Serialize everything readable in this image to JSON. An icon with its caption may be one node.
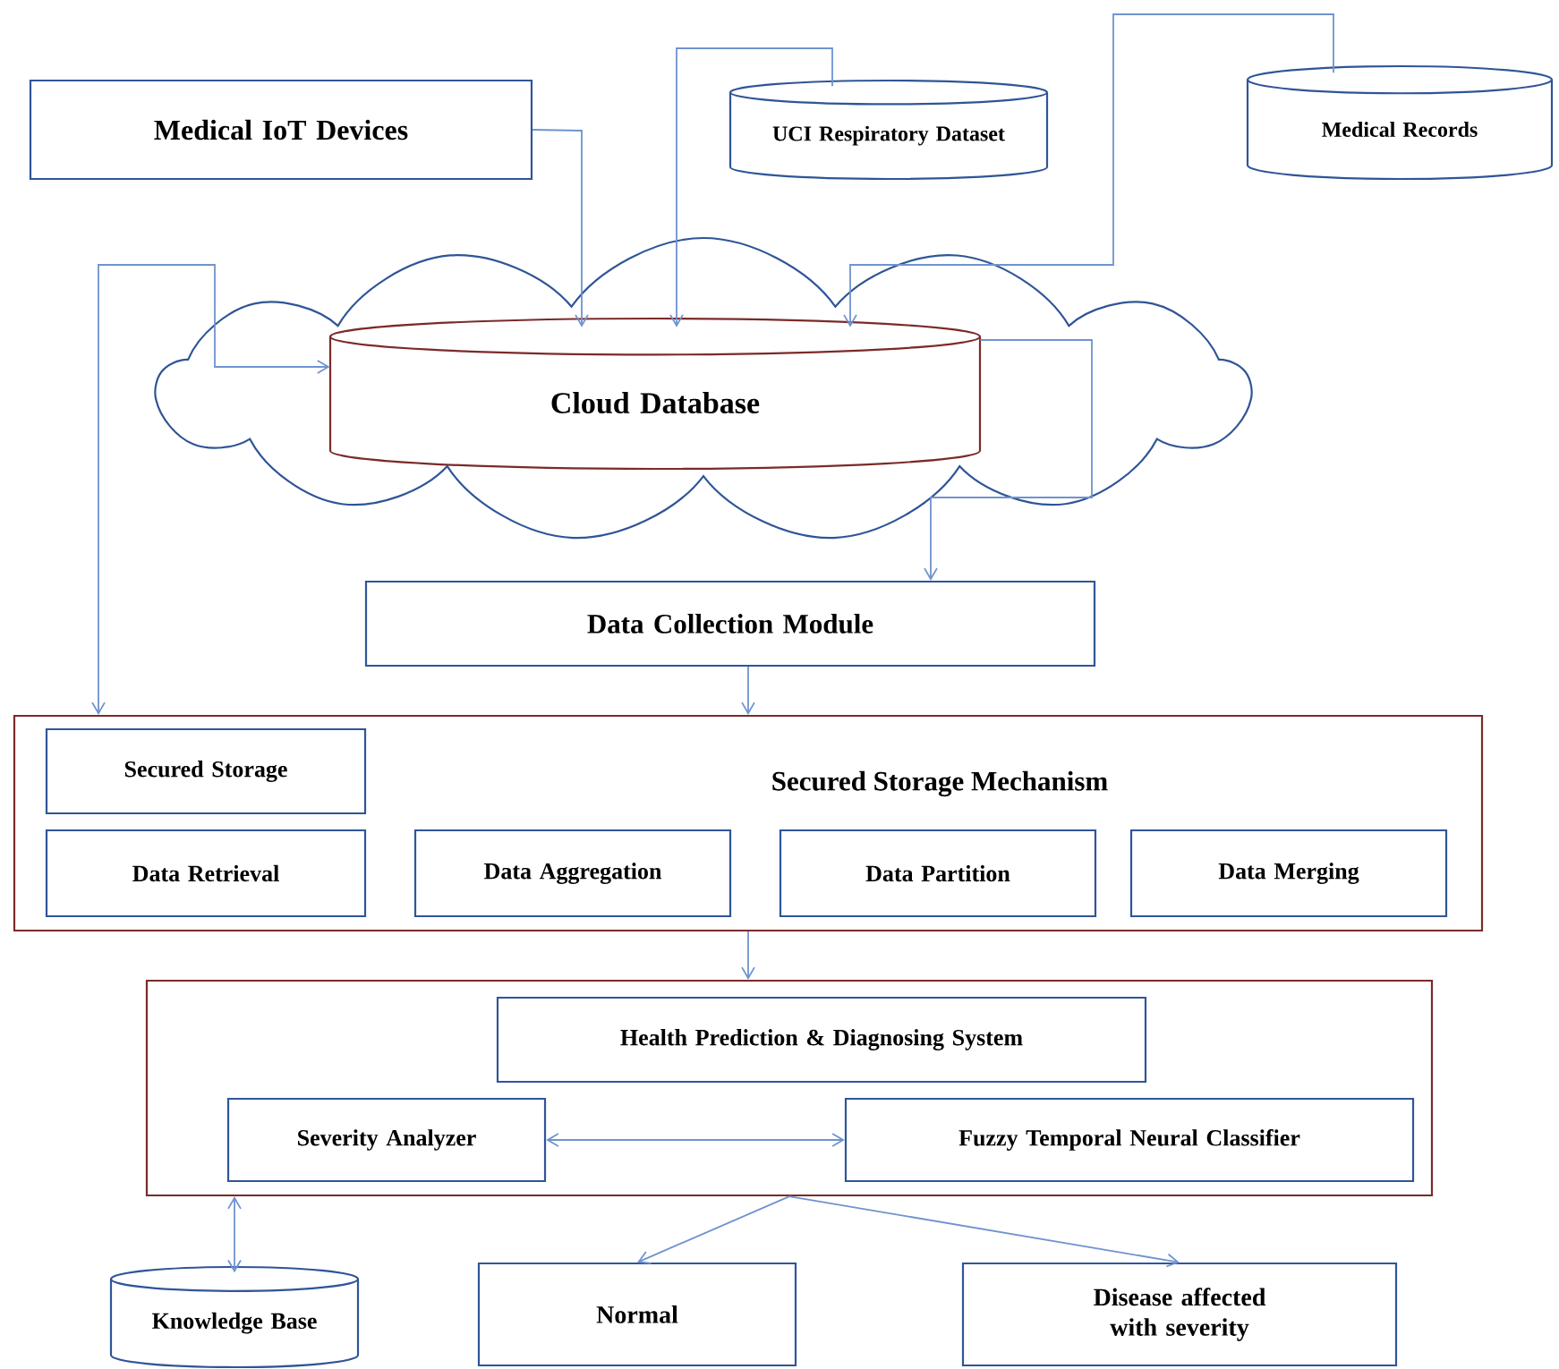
{
  "diagram": {
    "nodes": [
      {
        "text": [
          "Medical IoT Devices"
        ]
      },
      {
        "text": [
          "UCI Respiratory Dataset"
        ]
      },
      {
        "text": [
          "Medical Records"
        ]
      },
      {
        "text": [],
        "shape": "cloud"
      },
      {
        "text": [
          "Cloud Database"
        ],
        "in": 3
      },
      {
        "text": [
          "Data Collection Module"
        ]
      },
      {
        "text": [
          "Secured Storage Mechanism"
        ]
      },
      {
        "text": [
          "Secured Storage"
        ],
        "in": 6
      },
      {
        "text": [
          "Data Retrieval"
        ],
        "in": 6
      },
      {
        "text": [
          "Data Aggregation"
        ],
        "in": 6
      },
      {
        "text": [
          "Data Partition"
        ],
        "in": 6
      },
      {
        "text": [
          "Data Merging"
        ],
        "in": 6
      },
      {
        "text": [],
        "shape": "box"
      },
      {
        "text": [
          "Health Prediction & Diagnosing System"
        ],
        "in": 12
      },
      {
        "text": [
          "Severity Analyzer"
        ],
        "in": 12
      },
      {
        "text": [
          "Fuzzy Temporal Neural Classifier"
        ],
        "in": 12
      },
      {
        "text": [
          "Knowledge Base"
        ]
      },
      {
        "text": [
          "Normal"
        ]
      },
      {
        "text": [
          "Disease affected with severity"
        ]
      }
    ],
    "edges": [
      {
        "from": 0,
        "to": 4,
        "arrow": "to"
      },
      {
        "from": 1,
        "to": 4,
        "arrow": "to"
      },
      {
        "from": 2,
        "to": 4,
        "arrow": "to"
      },
      {
        "from": 4,
        "to": 6,
        "arrow": "both"
      },
      {
        "from": 4,
        "to": 5,
        "arrow": "to"
      },
      {
        "from": 5,
        "to": 6,
        "arrow": "to"
      },
      {
        "from": 6,
        "to": 12,
        "arrow": "to"
      },
      {
        "from": 14,
        "to": 15,
        "arrow": "both"
      },
      {
        "from": 12,
        "to": 16,
        "arrow": "both"
      },
      {
        "from": 12,
        "to": 17,
        "arrow": "to"
      },
      {
        "from": 12,
        "to": 18,
        "arrow": "to"
      }
    ]
  }
}
